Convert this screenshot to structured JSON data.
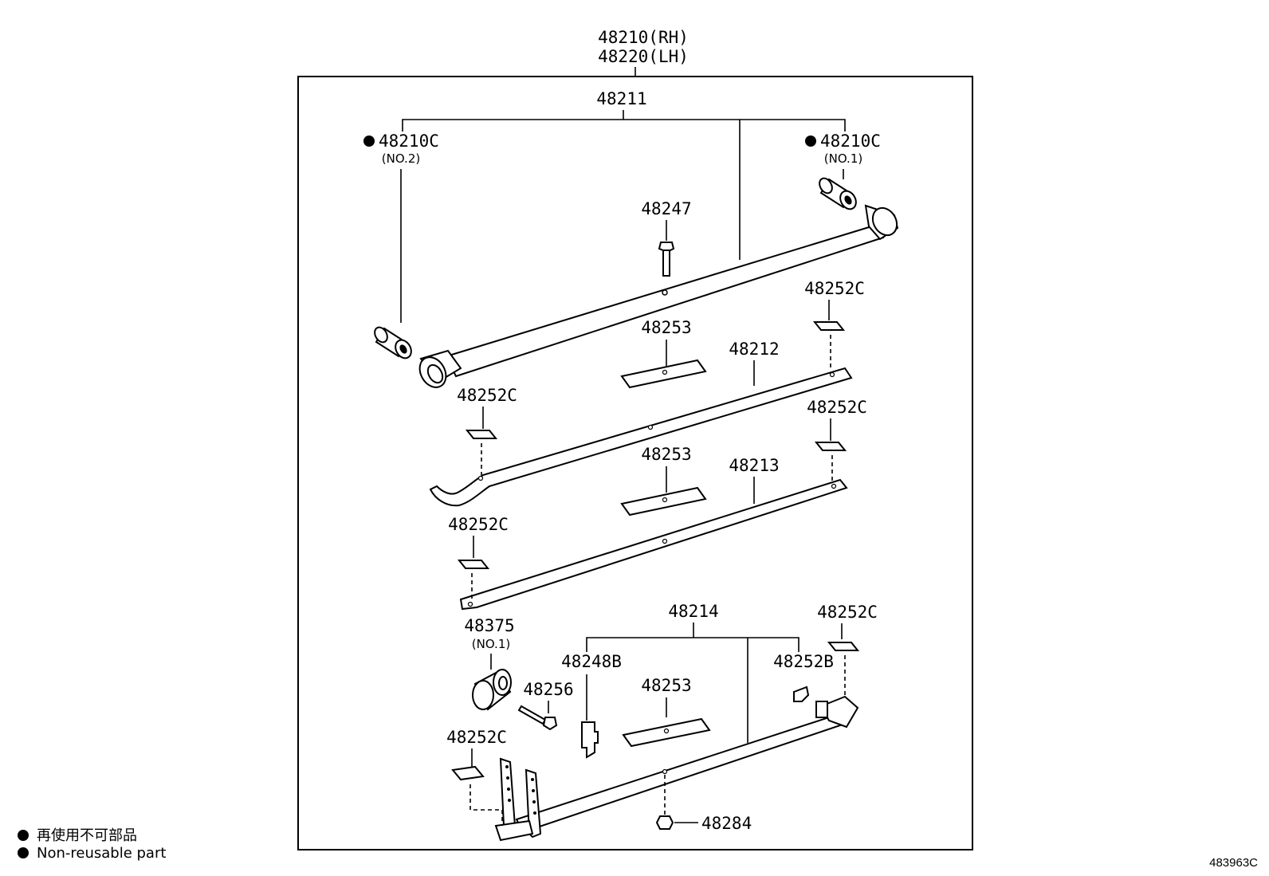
{
  "assembly": {
    "rh": "48210(RH)",
    "lh": "48220(LH)"
  },
  "parts": {
    "p48211": "48211",
    "p48210c_no2": "48210C",
    "p48210c_no2_sub": "(NO.2)",
    "p48210c_no1": "48210C",
    "p48210c_no1_sub": "(NO.1)",
    "p48247": "48247",
    "p48252c_1": "48252C",
    "p48253_1": "48253",
    "p48212": "48212",
    "p48252c_2": "48252C",
    "p48252c_3": "48252C",
    "p48253_2": "48253",
    "p48213": "48213",
    "p48252c_4": "48252C",
    "p48214": "48214",
    "p48375": "48375",
    "p48375_sub": "(NO.1)",
    "p48252c_5": "48252C",
    "p48248b": "48248B",
    "p48252b": "48252B",
    "p48256": "48256",
    "p48253_3": "48253",
    "p48252c_6": "48252C",
    "p48284": "48284"
  },
  "legend": {
    "jp": "再使用不可部品",
    "en": "Non-reusable part"
  },
  "diagram_code": "483963C"
}
